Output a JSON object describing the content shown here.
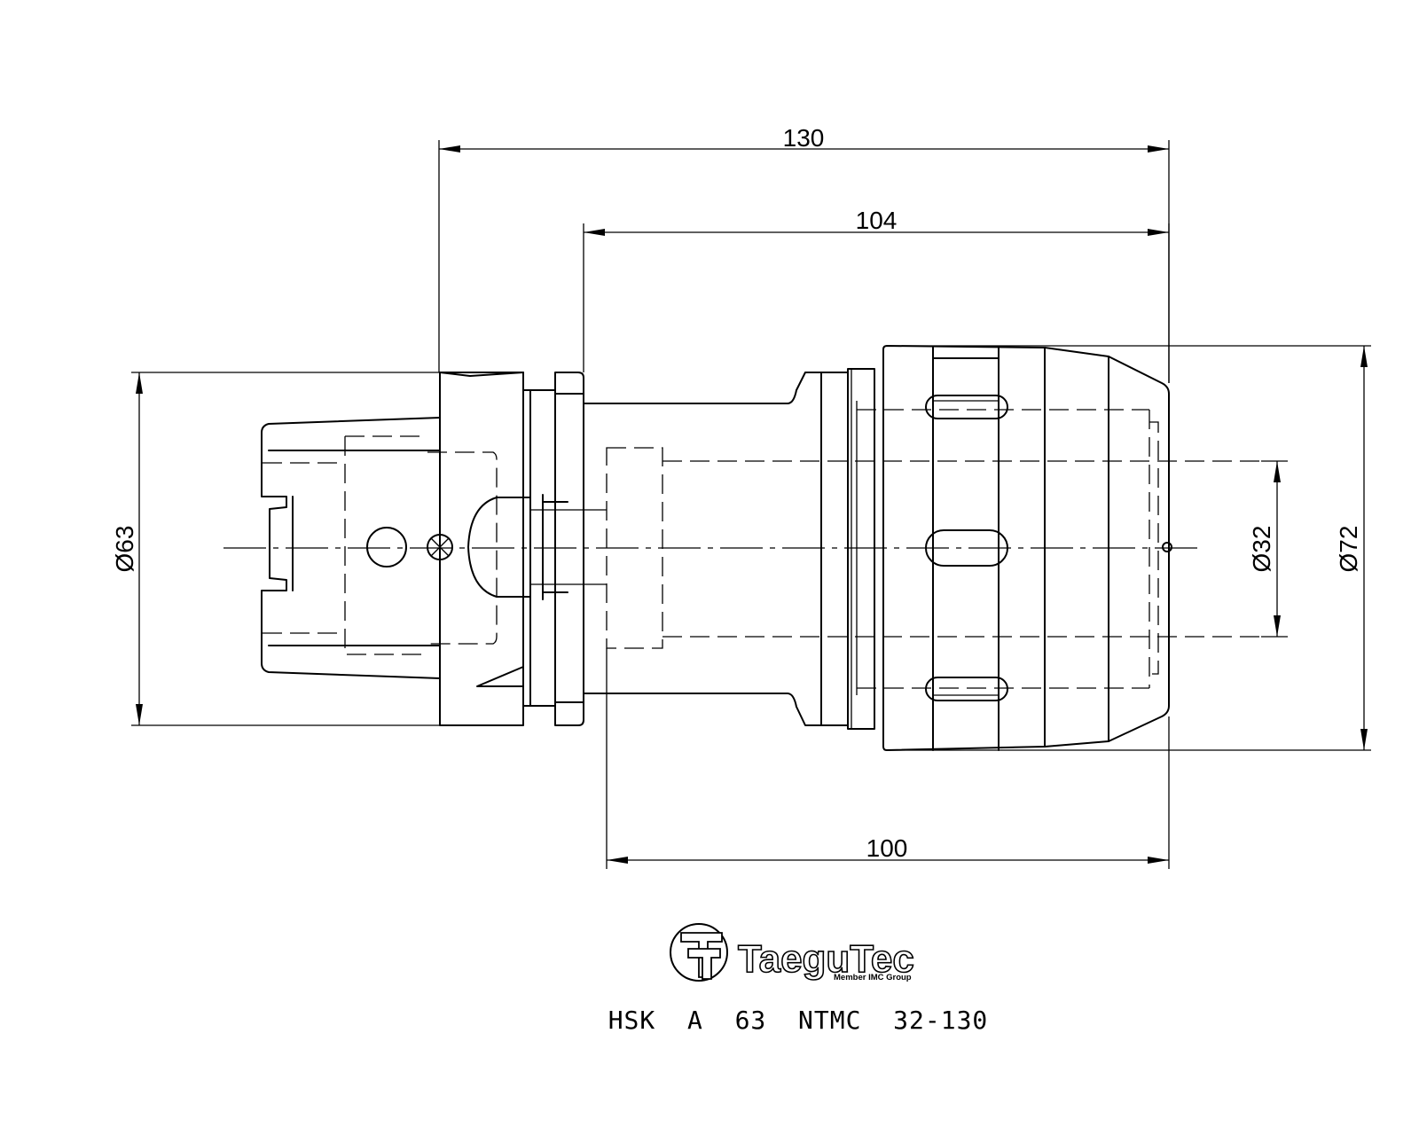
{
  "dimensions": {
    "overall_length": "130",
    "gauge_to_end": "104",
    "body_length": "100",
    "flange_diameter": "Ø63",
    "bore_diameter": "Ø32",
    "nut_diameter": "Ø72"
  },
  "logo": {
    "brand": "TaeguTec",
    "tagline": "Member IMC Group"
  },
  "part_number": "HSK  A  63  NTMC  32-130"
}
